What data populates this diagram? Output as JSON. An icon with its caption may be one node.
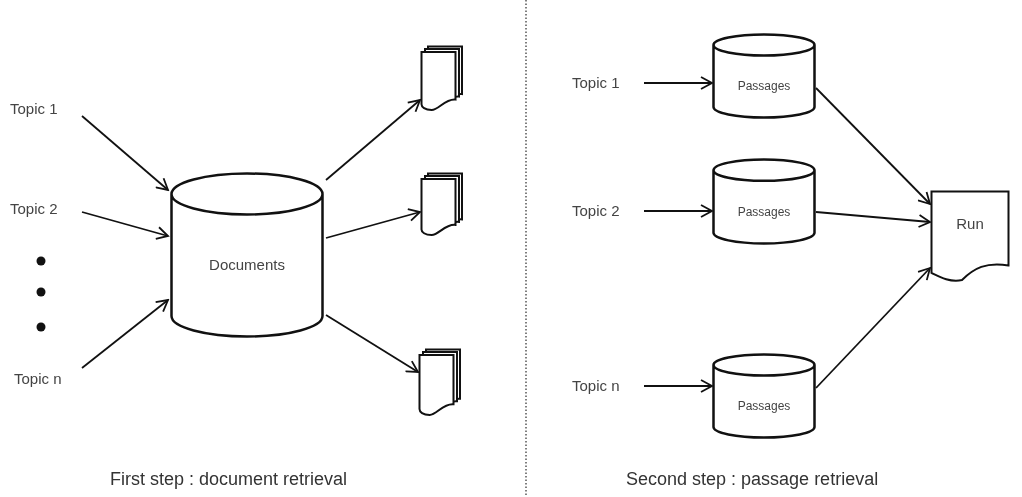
{
  "diagram": {
    "nodes": [
      {
        "text": [
          "Topic 1"
        ]
      },
      {
        "text": [
          "Topic 2"
        ]
      },
      {
        "text": [
          "Topic n"
        ]
      },
      {
        "text": [
          "Documents"
        ]
      },
      {
        "text": [],
        "shape": "document"
      },
      {
        "text": [],
        "shape": "document"
      },
      {
        "text": [],
        "shape": "document"
      },
      {
        "text": [
          "Topic 1"
        ]
      },
      {
        "text": [
          "Topic 2"
        ]
      },
      {
        "text": [
          "Topic n"
        ]
      },
      {
        "text": [
          "Passages"
        ]
      },
      {
        "text": [
          "Passages"
        ]
      },
      {
        "text": [
          "Passages"
        ]
      },
      {
        "text": [
          "Run"
        ]
      }
    ],
    "edges": [
      {
        "from": 0,
        "to": 3,
        "arrow": "to"
      },
      {
        "from": 1,
        "to": 3,
        "arrow": "to"
      },
      {
        "from": 2,
        "to": 3,
        "arrow": "to"
      },
      {
        "from": 3,
        "to": 4,
        "arrow": "to"
      },
      {
        "from": 3,
        "to": 5,
        "arrow": "to"
      },
      {
        "from": 3,
        "to": 6,
        "arrow": "to"
      },
      {
        "from": 7,
        "to": 10,
        "arrow": "to"
      },
      {
        "from": 8,
        "to": 11,
        "arrow": "to"
      },
      {
        "from": 9,
        "to": 12,
        "arrow": "to"
      },
      {
        "from": 10,
        "to": 13,
        "arrow": "to"
      },
      {
        "from": 11,
        "to": 13,
        "arrow": "to"
      },
      {
        "from": 12,
        "to": 13,
        "arrow": "to"
      }
    ],
    "labels": [
      "First step : document retrieval",
      "Second step : passage retrieval"
    ]
  }
}
